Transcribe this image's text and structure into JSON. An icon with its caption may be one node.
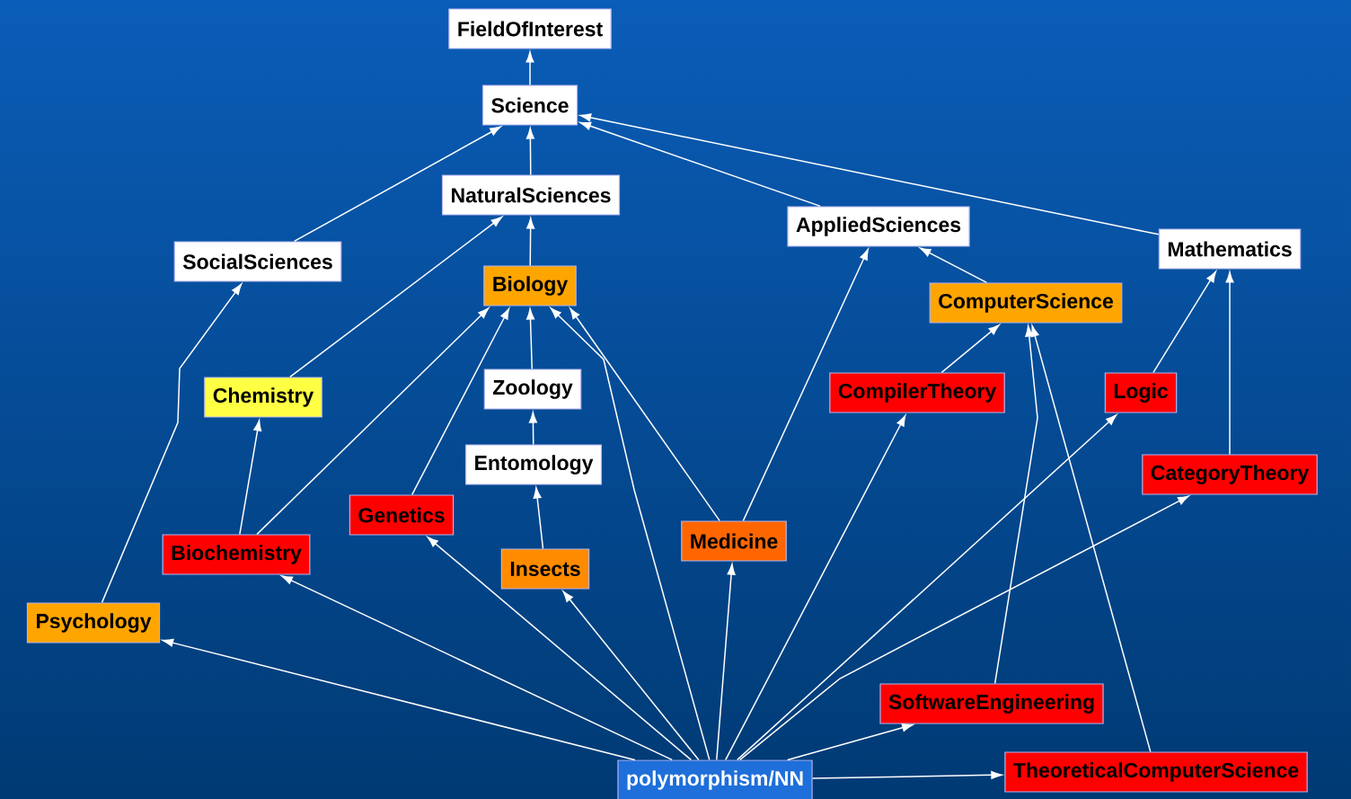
{
  "diagram": {
    "nodes": [
      {
        "text": [
          "FieldOfInterest"
        ]
      },
      {
        "text": [
          "Science"
        ]
      },
      {
        "text": [
          "NaturalSciences"
        ]
      },
      {
        "text": [
          "AppliedSciences"
        ]
      },
      {
        "text": [
          "Mathematics"
        ]
      },
      {
        "text": [
          "SocialSciences"
        ]
      },
      {
        "text": [
          "Biology"
        ]
      },
      {
        "text": [
          "ComputerScience"
        ]
      },
      {
        "text": [
          "Chemistry"
        ]
      },
      {
        "text": [
          "Zoology"
        ]
      },
      {
        "text": [
          "CompilerTheory"
        ]
      },
      {
        "text": [
          "Logic"
        ]
      },
      {
        "text": [
          "Entomology"
        ]
      },
      {
        "text": [
          "CategoryTheory"
        ]
      },
      {
        "text": [
          "Genetics"
        ]
      },
      {
        "text": [
          "Medicine"
        ]
      },
      {
        "text": [
          "Biochemistry"
        ]
      },
      {
        "text": [
          "Insects"
        ]
      },
      {
        "text": [
          "Psychology"
        ]
      },
      {
        "text": [
          "SoftwareEngineering"
        ]
      },
      {
        "text": [
          "TheoreticalComputerScience"
        ]
      },
      {
        "text": [
          "polymorphism/NN"
        ]
      }
    ],
    "edges": [
      {
        "from": 1,
        "to": 0,
        "arrow": "to"
      },
      {
        "from": 2,
        "to": 1,
        "arrow": "to"
      },
      {
        "from": 5,
        "to": 1,
        "arrow": "to"
      },
      {
        "from": 3,
        "to": 1,
        "arrow": "to"
      },
      {
        "from": 4,
        "to": 1,
        "arrow": "to"
      },
      {
        "from": 6,
        "to": 2,
        "arrow": "to"
      },
      {
        "from": 8,
        "to": 2,
        "arrow": "to"
      },
      {
        "from": 7,
        "to": 3,
        "arrow": "to"
      },
      {
        "from": 15,
        "to": 3,
        "arrow": "to"
      },
      {
        "from": 9,
        "to": 6,
        "arrow": "to"
      },
      {
        "from": 14,
        "to": 6,
        "arrow": "to"
      },
      {
        "from": 16,
        "to": 6,
        "arrow": "to"
      },
      {
        "from": 15,
        "to": 6,
        "arrow": "to"
      },
      {
        "from": 21,
        "to": 6,
        "arrow": "to"
      },
      {
        "from": 12,
        "to": 9,
        "arrow": "to"
      },
      {
        "from": 17,
        "to": 12,
        "arrow": "to"
      },
      {
        "from": 18,
        "to": 5,
        "arrow": "to"
      },
      {
        "from": 16,
        "to": 8,
        "arrow": "to"
      },
      {
        "from": 10,
        "to": 7,
        "arrow": "to"
      },
      {
        "from": 19,
        "to": 7,
        "arrow": "to"
      },
      {
        "from": 20,
        "to": 7,
        "arrow": "to"
      },
      {
        "from": 11,
        "to": 4,
        "arrow": "to"
      },
      {
        "from": 13,
        "to": 4,
        "arrow": "to"
      },
      {
        "from": 21,
        "to": 18,
        "arrow": "to"
      },
      {
        "from": 21,
        "to": 16,
        "arrow": "to"
      },
      {
        "from": 21,
        "to": 14,
        "arrow": "to"
      },
      {
        "from": 21,
        "to": 17,
        "arrow": "to"
      },
      {
        "from": 21,
        "to": 15,
        "arrow": "to"
      },
      {
        "from": 21,
        "to": 10,
        "arrow": "to"
      },
      {
        "from": 21,
        "to": 11,
        "arrow": "to"
      },
      {
        "from": 21,
        "to": 13,
        "arrow": "to"
      },
      {
        "from": 21,
        "to": 19,
        "arrow": "to"
      },
      {
        "from": 21,
        "to": 20,
        "arrow": "to"
      }
    ]
  }
}
